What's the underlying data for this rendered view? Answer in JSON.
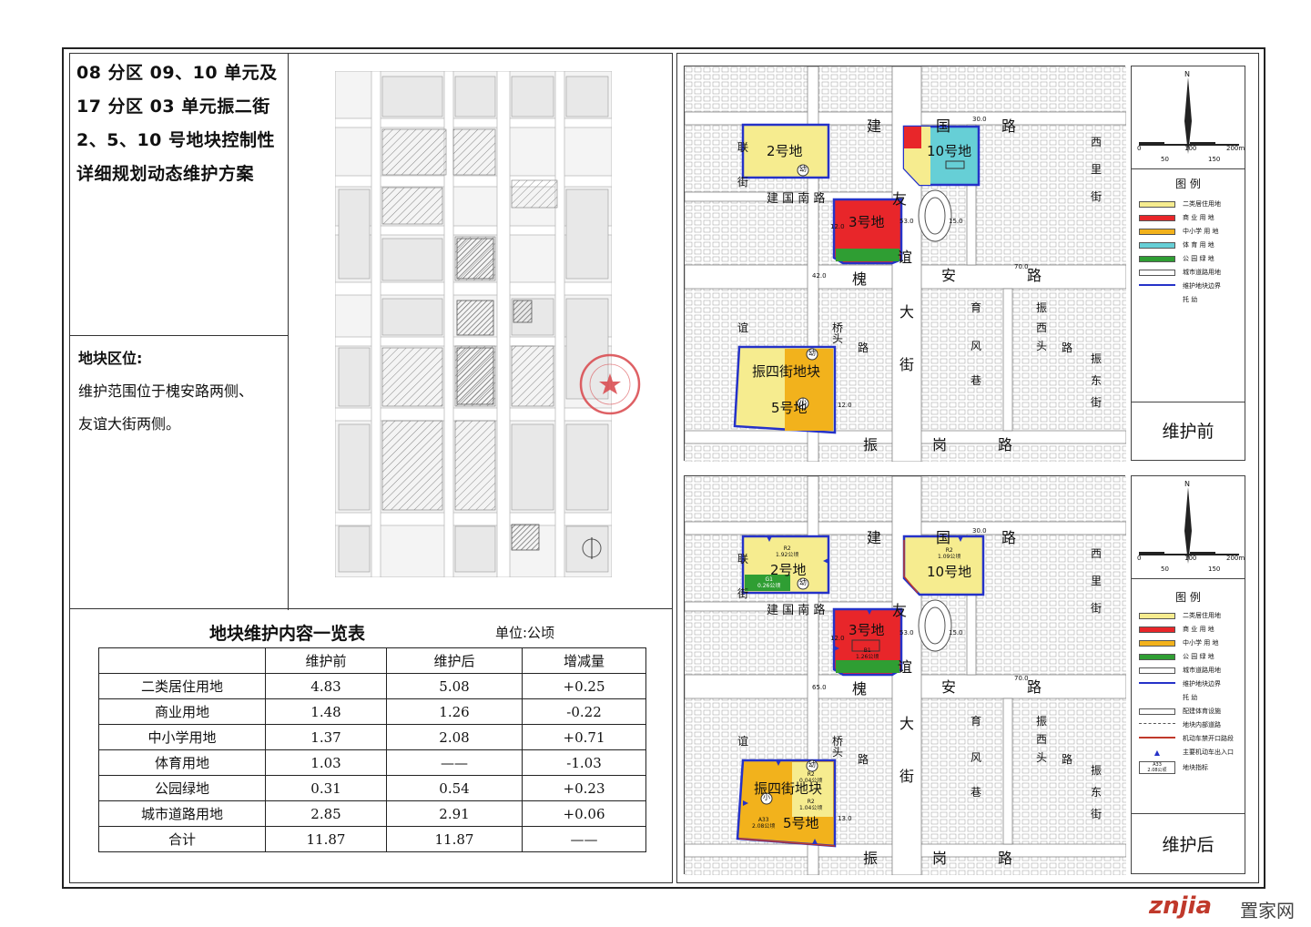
{
  "title_lines": [
    "08 分区 09、10 单元及",
    "17 分区 03 单元振二街",
    "2、5、10 号地块控制性",
    "详细规划动态维护方案"
  ],
  "location": {
    "heading": "地块区位:",
    "lines": [
      "维护范围位于槐安路两侧、",
      "友谊大街两侧。"
    ]
  },
  "table": {
    "title": "地块维护内容一览表",
    "unit": "单位:公顷",
    "headers": [
      "",
      "维护前",
      "维护后",
      "增减量"
    ],
    "rows": [
      [
        "二类居住用地",
        "4.83",
        "5.08",
        "+0.25"
      ],
      [
        "商业用地",
        "1.48",
        "1.26",
        "-0.22"
      ],
      [
        "中小学用地",
        "1.37",
        "2.08",
        "+0.71"
      ],
      [
        "体育用地",
        "1.03",
        "——",
        "-1.03"
      ],
      [
        "公园绿地",
        "0.31",
        "0.54",
        "+0.23"
      ],
      [
        "城市道路用地",
        "2.85",
        "2.91",
        "+0.06"
      ],
      [
        "合计",
        "11.87",
        "11.87",
        "——"
      ]
    ]
  },
  "map_before": {
    "stage_label": "维护前",
    "legend_title": "图 例",
    "legend": [
      {
        "label": "二类居住用地",
        "color": "#f6ec8f"
      },
      {
        "label": "商 业 用 地",
        "color": "#e8262a"
      },
      {
        "label": "中小学 用 地",
        "color": "#f2b21c"
      },
      {
        "label": "体 育 用 地",
        "color": "#66cfd6"
      },
      {
        "label": "公 园 绿 地",
        "color": "#2f9e33"
      },
      {
        "label": "城市道路用地",
        "color": "#ffffff"
      },
      {
        "label": "维护地块边界",
        "color": "#2532c8"
      },
      {
        "label": "托     幼",
        "color": "#ffffff"
      }
    ],
    "parcels": [
      "2号地",
      "10号地",
      "3号地",
      "振四街地块",
      "5号地"
    ],
    "roads": [
      "建",
      "国",
      "路",
      "建 国 南 路",
      "友",
      "谊",
      "槐",
      "安",
      "路",
      "大",
      "街",
      "振",
      "岗",
      "路",
      "联",
      "街",
      "西",
      "里",
      "街",
      "振",
      "东",
      "街",
      "桥",
      "头",
      "路",
      "育",
      "风",
      "巷",
      "振",
      "头",
      "路",
      "谊",
      "西"
    ],
    "symbols": [
      "幼",
      "幼",
      "小"
    ],
    "widths": [
      "30.0",
      "12.0",
      "53.0",
      "15.0",
      "42.0",
      "70.0",
      "12.0"
    ]
  },
  "map_after": {
    "stage_label": "维护后",
    "legend_title": "图 例",
    "legend": [
      {
        "label": "二类居住用地",
        "color": "#f6ec8f"
      },
      {
        "label": "商 业 用 地",
        "color": "#e8262a"
      },
      {
        "label": "中小学 用 地",
        "color": "#f2b21c"
      },
      {
        "label": "公 园 绿 地",
        "color": "#2f9e33"
      },
      {
        "label": "城市道路用地",
        "color": "#ffffff"
      },
      {
        "label": "维护地块边界",
        "color": "#2532c8"
      },
      {
        "label": "托     幼",
        "color": "#ffffff"
      },
      {
        "label": "配建体育设施",
        "color": "#ffffff"
      },
      {
        "label": "地块内部道路",
        "color": "#ffffff"
      },
      {
        "label": "机动车禁开口路段",
        "color": "#c0392b"
      },
      {
        "label": "主要机动车出入口",
        "color": "#2532c8"
      },
      {
        "label": "地块指标",
        "color": "#ffffff"
      }
    ],
    "legend_index_sample": [
      "A33",
      "2.08公顷"
    ],
    "parcels": [
      "2号地",
      "10号地",
      "3号地",
      "振四街地块",
      "5号地"
    ],
    "indices": [
      {
        "code": "R2",
        "area": "1.92公顷"
      },
      {
        "code": "G1",
        "area": "0.26公顷"
      },
      {
        "code": "R2",
        "area": "1.09公顷"
      },
      {
        "code": "B1",
        "area": "1.26公顷"
      },
      {
        "code": "R2",
        "area": "0.04公顷"
      },
      {
        "code": "R2",
        "area": "1.04公顷"
      },
      {
        "code": "A33",
        "area": "2.08公顷"
      }
    ],
    "symbols": [
      "幼",
      "幼",
      "小"
    ],
    "widths": [
      "30.0",
      "12.0",
      "53.0",
      "15.0",
      "65.0",
      "70.0",
      "13.0"
    ]
  },
  "scale_bar": [
    "0",
    "100",
    "200m",
    "50",
    "150"
  ],
  "north": "N",
  "watermark": {
    "brand": "znjia",
    "text": "置家网"
  }
}
